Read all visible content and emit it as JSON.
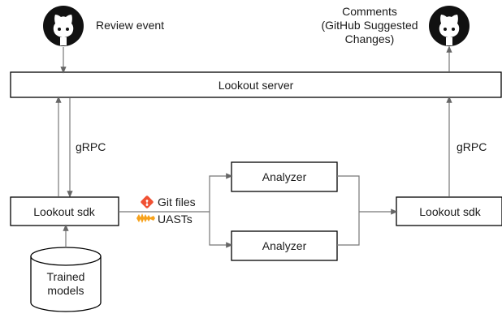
{
  "labels": {
    "review_event": "Review event",
    "comments_line1": "Comments",
    "comments_line2": "(GitHub Suggested",
    "comments_line3": "Changes)",
    "lookout_server": "Lookout server",
    "grpc_left": "gRPC",
    "grpc_right": "gRPC",
    "lookout_sdk_left": "Lookout sdk",
    "lookout_sdk_right": "Lookout sdk",
    "analyzer_top": "Analyzer",
    "analyzer_bottom": "Analyzer",
    "git_files": "Git files",
    "uasts": "UASTs",
    "trained_models_line1": "Trained",
    "trained_models_line2": "models"
  },
  "icons": {
    "github_left": "github-octocat-icon",
    "github_right": "github-octocat-icon",
    "git": "git-logo-icon",
    "babelfish": "babelfish-icon"
  },
  "colors": {
    "box_stroke": "#000000",
    "edge": "#777777",
    "git_logo": "#f05133",
    "babelfish_logo": "#f7a21b",
    "github_logo": "#111111"
  }
}
